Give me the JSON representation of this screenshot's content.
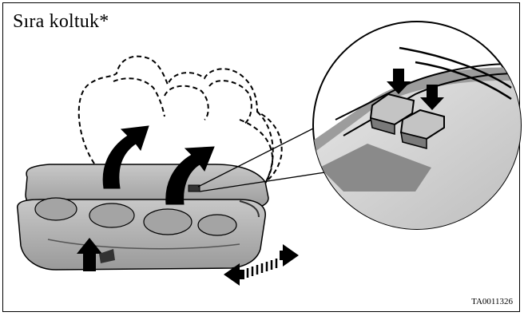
{
  "figure": {
    "title": "Sıra koltuk*",
    "code": "TA0011326"
  },
  "colors": {
    "frame": "#000000",
    "seat_fill": "#b9b9b9",
    "seat_dark": "#8f8f8f",
    "arrow": "#000000",
    "zoom_fill": "#d2d2d2"
  },
  "icons": [
    "fold-up-arrow",
    "push-up-arrow",
    "slide-arrow",
    "press-arrow",
    "release-button"
  ]
}
